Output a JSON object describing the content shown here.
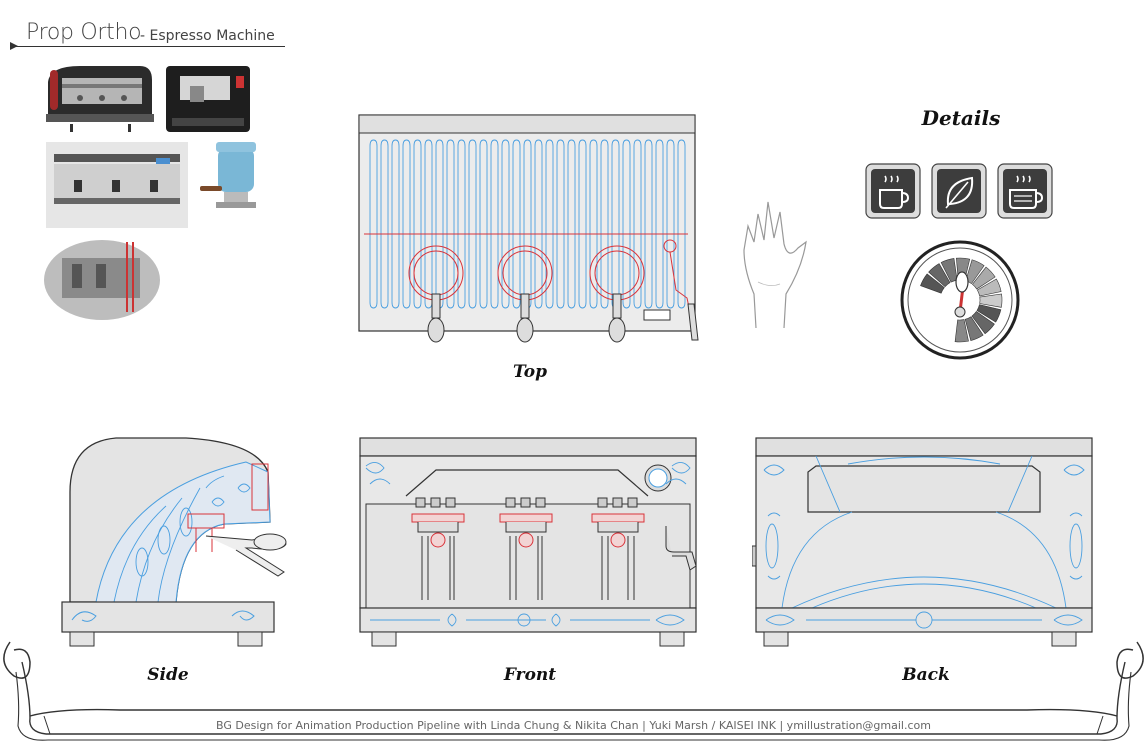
{
  "header": {
    "title": "Prop Ortho",
    "subtitle": "- Espresso Machine"
  },
  "views": {
    "top": "Top",
    "side": "Side",
    "front": "Front",
    "back": "Back",
    "details": "Details"
  },
  "details_icons": [
    "coffee-cup-icon",
    "leaf-icon",
    "tea-cup-icon"
  ],
  "footer": {
    "credits": "BG Design for Animation Production Pipeline with Linda Chung & Nikita Chan  |  Yuki Marsh / KAISEI INK  |  ymillustration@gmail.com"
  },
  "colors": {
    "accent_blue": "#4a9fe0",
    "accent_red": "#d9333a",
    "body_gray": "#e4e4e4",
    "outline": "#333333"
  }
}
